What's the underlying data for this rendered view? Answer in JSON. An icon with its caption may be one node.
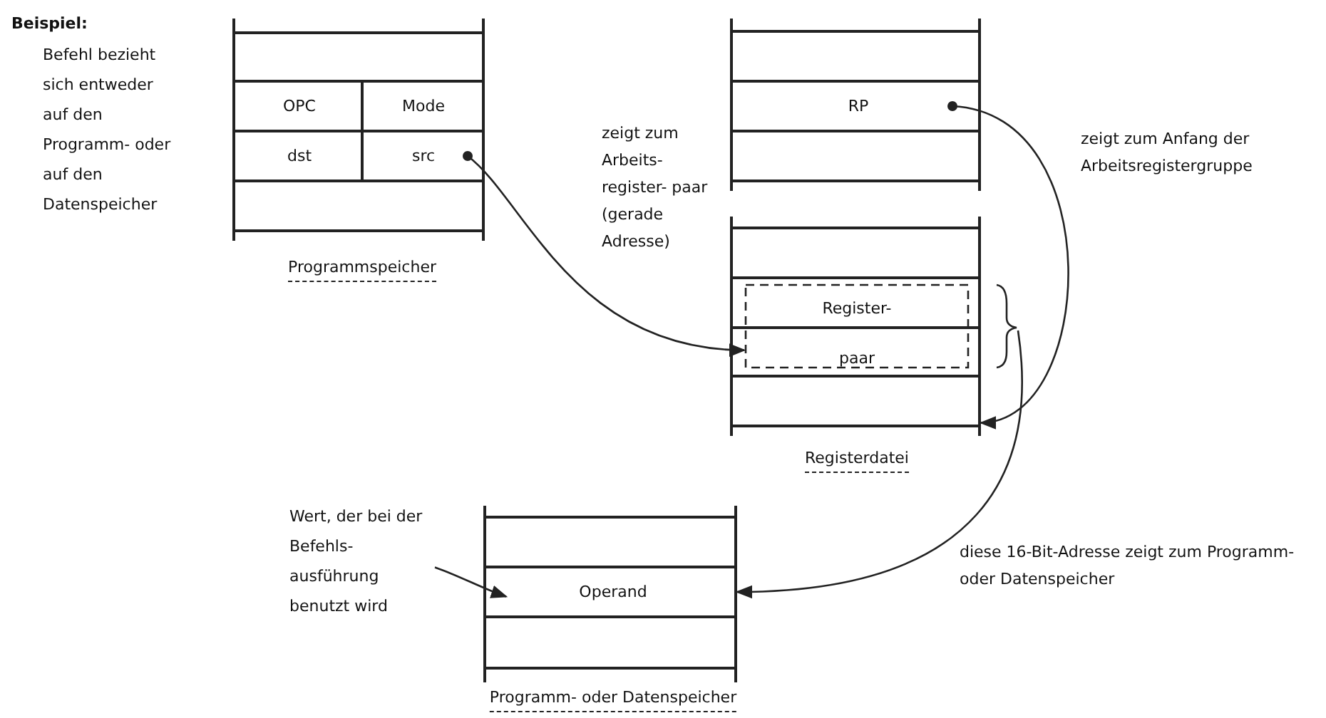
{
  "diagram": {
    "nodes": [
      {
        "text": [
          "Programmspeicher"
        ]
      },
      {
        "text": [
          "OPC"
        ],
        "in": 0
      },
      {
        "text": [
          "Mode"
        ],
        "in": 0
      },
      {
        "text": [
          "dst"
        ],
        "in": 0
      },
      {
        "text": [
          "src"
        ],
        "in": 0
      },
      {
        "text": [],
        "shape": "box"
      },
      {
        "text": [
          "RP"
        ],
        "in": 5
      },
      {
        "text": [
          "Registerdatei"
        ]
      },
      {
        "text": [
          "Register- paar"
        ],
        "in": 7
      },
      {
        "text": [
          "Programm- oder Datenspeicher"
        ]
      },
      {
        "text": [
          "Operand"
        ],
        "in": 9
      },
      {
        "text": [
          "Wert, der bei der Befehls- ausführung benutzt wird"
        ]
      }
    ],
    "edges": [
      {
        "from": 4,
        "to": 8,
        "arrow": "to",
        "label": "zeigt zum Arbeits- register- paar (gerade Adresse)"
      },
      {
        "from": 6,
        "to": 7,
        "arrow": "to",
        "label": "zeigt zum Anfang der Arbeitsregistergruppe"
      },
      {
        "from": 8,
        "to": 10,
        "arrow": "to",
        "label": "diese 16-Bit-Adresse zeigt zum Programm-oder Datenspeicher"
      },
      {
        "from": 11,
        "to": 10,
        "arrow": "to"
      }
    ],
    "labels": [
      "Beispiel:",
      "Befehl bezieht sich entweder auf den Programm- oder auf den Datenspeicher"
    ]
  }
}
